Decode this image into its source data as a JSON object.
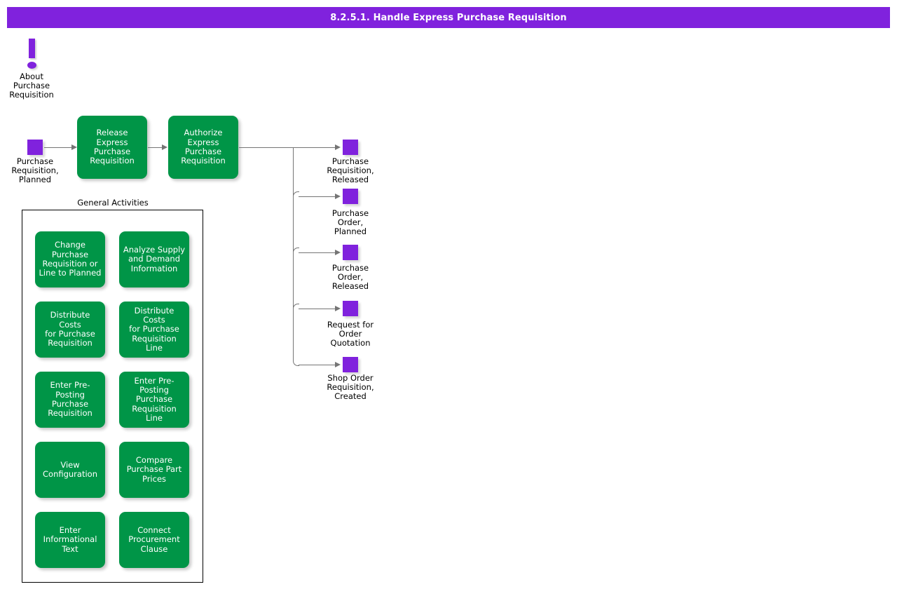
{
  "header": {
    "title": "8.2.5.1. Handle Express Purchase Requisition",
    "background_color": "#8022dd",
    "text_color": "#ffffff"
  },
  "colors": {
    "purple": "#8022dd",
    "green": "#009547",
    "connector": "#757575",
    "panel_border": "#000000",
    "page_background": "#ffffff"
  },
  "info_node": {
    "icon": "exclamation-mark-icon",
    "label": "About\nPurchase\nRequisition"
  },
  "flow": {
    "input_state": {
      "icon": "state-square-icon",
      "label": "Purchase\nRequisition,\nPlanned"
    },
    "activities": [
      {
        "label": "Release Express\nPurchase\nRequisition"
      },
      {
        "label": "Authorize\nExpress\nPurchase\nRequisition"
      }
    ],
    "output_states": [
      {
        "icon": "state-square-icon",
        "label": "Purchase\nRequisition,\nReleased"
      },
      {
        "icon": "state-square-icon",
        "label": "Purchase\nOrder,\nPlanned"
      },
      {
        "icon": "state-square-icon",
        "label": "Purchase\nOrder,\nReleased"
      },
      {
        "icon": "state-square-icon",
        "label": "Request for\nOrder\nQuotation"
      },
      {
        "icon": "state-square-icon",
        "label": "Shop Order\nRequisition,\nCreated"
      }
    ]
  },
  "general_activities": {
    "title": "General Activities",
    "items": [
      {
        "label": "Change\nPurchase\nRequisition or\nLine to Planned"
      },
      {
        "label": "Analyze Supply\nand Demand\nInformation"
      },
      {
        "label": "Distribute Costs\nfor Purchase\nRequisition"
      },
      {
        "label": "Distribute Costs\nfor Purchase\nRequisition Line"
      },
      {
        "label": "Enter Pre-\nPosting\nPurchase\nRequisition"
      },
      {
        "label": "Enter Pre-\nPosting\nPurchase\nRequisition Line"
      },
      {
        "label": "View\nConfiguration"
      },
      {
        "label": "Compare\nPurchase Part\nPrices"
      },
      {
        "label": "Enter\nInformational\nText"
      },
      {
        "label": "Connect\nProcurement\nClause"
      }
    ]
  }
}
